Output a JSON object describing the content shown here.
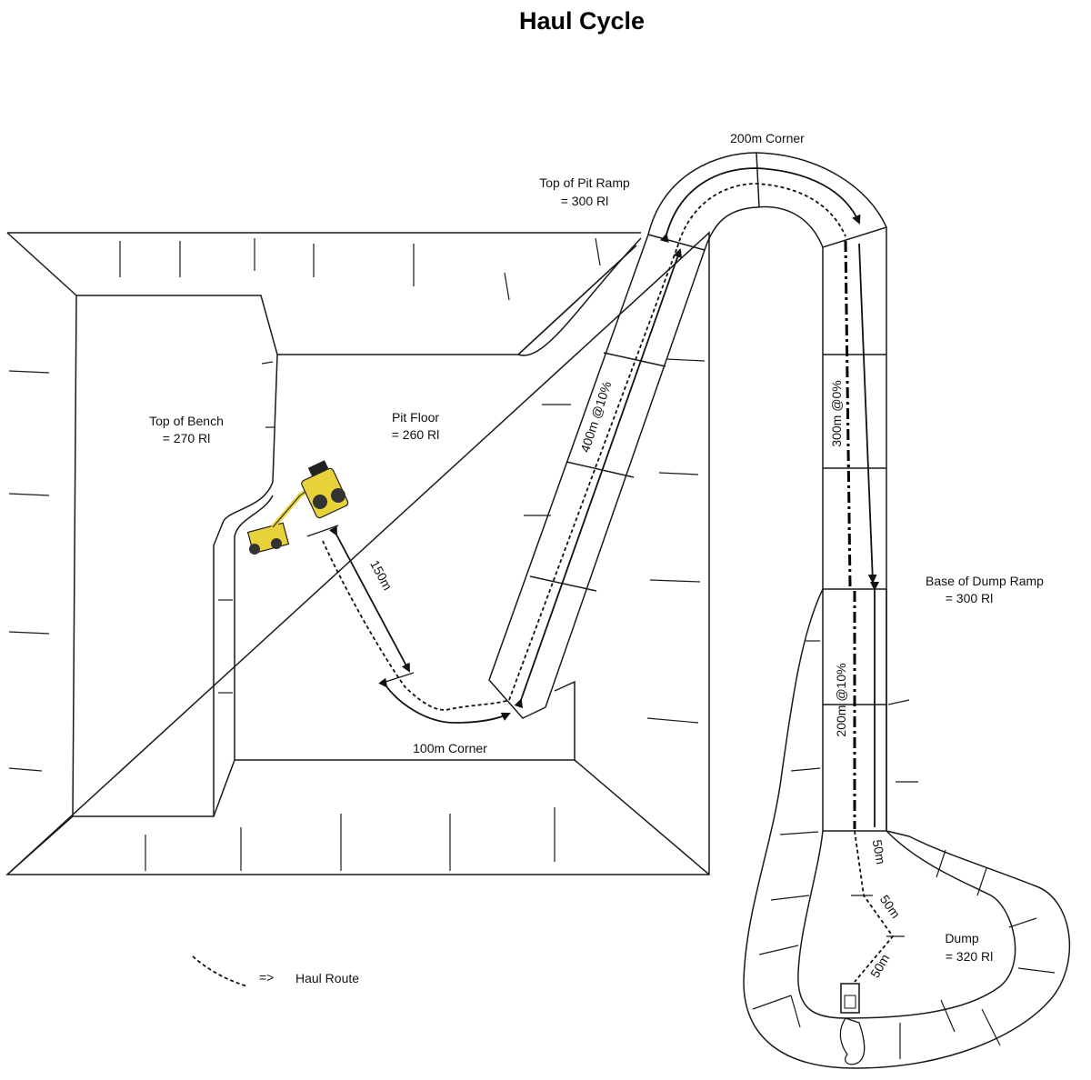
{
  "title": "Haul Cycle",
  "areas": {
    "top_of_bench": {
      "name": "Top of Bench",
      "rl": "= 270 Rl"
    },
    "pit_floor": {
      "name": "Pit Floor",
      "rl": "= 260 Rl"
    },
    "top_of_pit_ramp": {
      "name": "Top of Pit Ramp",
      "rl": "= 300 Rl"
    },
    "base_of_dump_ramp": {
      "name": "Base of Dump Ramp",
      "rl": "= 300 Rl"
    },
    "dump": {
      "name": "Dump",
      "rl": "= 320 Rl"
    }
  },
  "segments": {
    "load_travel": "150m",
    "pit_corner": "100m Corner",
    "pit_ramp": "400m @10%",
    "top_corner": "200m Corner",
    "flat_haul": "300m @0%",
    "dump_ramp": "200m @10%",
    "dump_leg_1": "50m",
    "dump_leg_2": "50m",
    "dump_leg_3": "50m"
  },
  "legend": {
    "symbol": "=>",
    "label": "Haul Route"
  },
  "colors": {
    "line": "#1a1a1a",
    "excavator": "#e8d23a"
  }
}
